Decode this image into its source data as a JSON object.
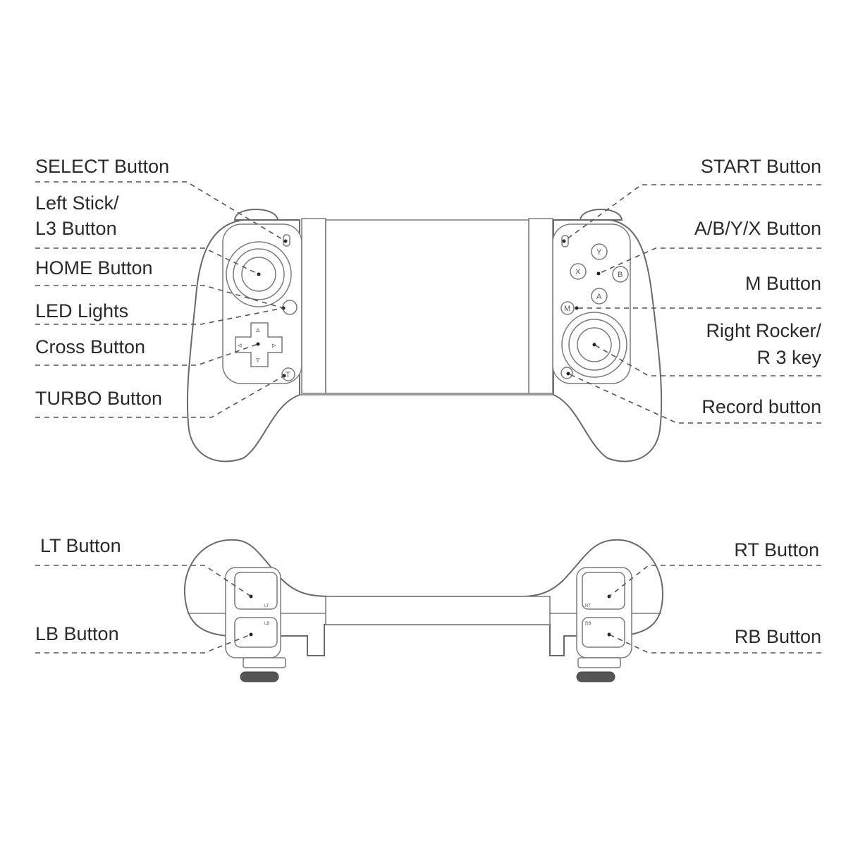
{
  "front_labels_left": {
    "select": "SELECT Button",
    "left_stick_1": "Left Stick/",
    "left_stick_2": "L3 Button",
    "home": "HOME Button",
    "led": "LED Lights",
    "cross": "Cross Button",
    "turbo": "TURBO Button"
  },
  "front_labels_right": {
    "start": "START Button",
    "abyx": "A/B/Y/X Button",
    "m": "M Button",
    "right_rocker_1": "Right Rocker/",
    "right_rocker_2": "R 3 key",
    "record": "Record button"
  },
  "top_labels": {
    "lt": "LT Button",
    "lb": "LB Button",
    "rt": "RT Button",
    "rb": "RB Button"
  },
  "device_markings": {
    "face_y": "Y",
    "face_x": "X",
    "face_b": "B",
    "face_a": "A",
    "turbo_key": "T",
    "m_key": "M",
    "lt_key": "LT",
    "lb_key": "LB",
    "rt_key": "RT",
    "rb_key": "RB"
  },
  "colors": {
    "line": "#6a6a6a",
    "text": "#2a2a2a",
    "background": "#ffffff"
  }
}
